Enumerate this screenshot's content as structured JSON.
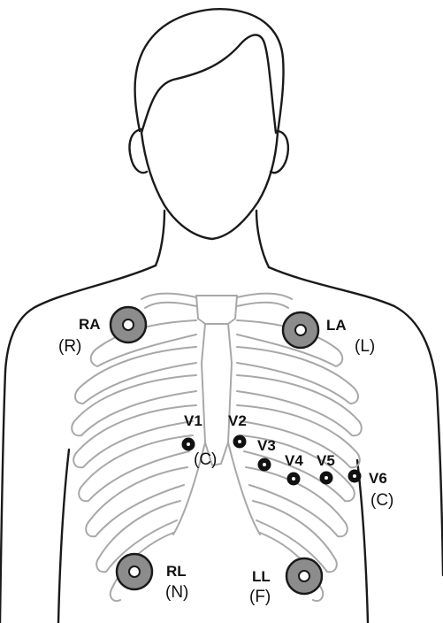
{
  "limb_electrodes": [
    {
      "id": "ra",
      "name": "RA",
      "code": "(R)"
    },
    {
      "id": "la",
      "name": "LA",
      "code": "(L)"
    },
    {
      "id": "rl",
      "name": "RL",
      "code": "(N)"
    },
    {
      "id": "ll",
      "name": "LL",
      "code": "(F)"
    }
  ],
  "chest_electrodes": [
    {
      "id": "v1",
      "name": "V1"
    },
    {
      "id": "v2",
      "name": "V2"
    },
    {
      "id": "v3",
      "name": "V3"
    },
    {
      "id": "v4",
      "name": "V4"
    },
    {
      "id": "v5",
      "name": "V5"
    },
    {
      "id": "v6",
      "name": "V6"
    }
  ],
  "chest_codes": {
    "v1_code": "(C)",
    "v6_code": "(C)"
  },
  "colors": {
    "outline": "#1a1a1a",
    "ribs": "#a8a8a8",
    "limb_electrode_fill": "#8c8c8c",
    "chest_electrode_fill": "#111111"
  }
}
